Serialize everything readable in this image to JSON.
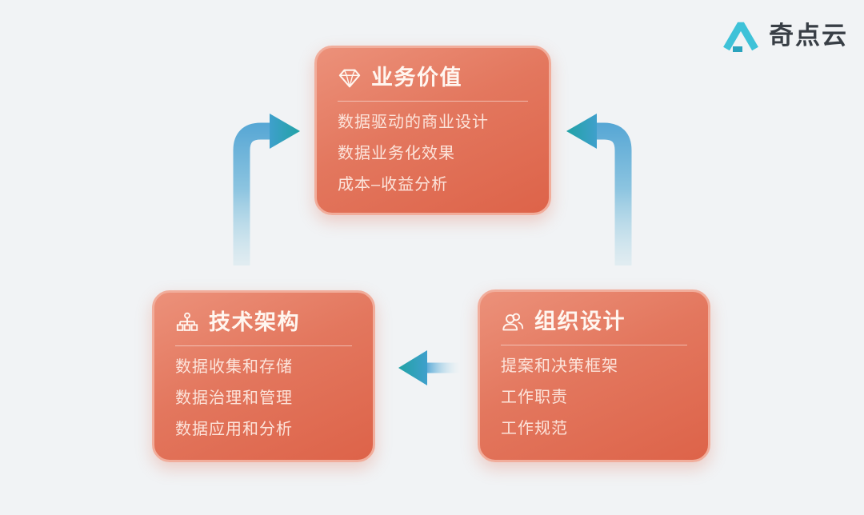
{
  "page": {
    "background": "#F1F3F5"
  },
  "logo": {
    "text": "奇点云",
    "mark_icon": "qidianyun-triangle-logo",
    "mark_color": "#3EC2D8",
    "text_color": "#383E45"
  },
  "cards": [
    {
      "id": "business-value",
      "icon": "diamond-icon",
      "title": "业务价值",
      "items": [
        "数据驱动的商业设计",
        "数据业务化效果",
        "成本–收益分析"
      ]
    },
    {
      "id": "tech-architecture",
      "icon": "sitemap-icon",
      "title": "技术架构",
      "items": [
        "数据收集和存储",
        "数据治理和管理",
        "数据应用和分析"
      ]
    },
    {
      "id": "org-design",
      "icon": "people-icon",
      "title": "组织设计",
      "items": [
        "提案和决策框架",
        "工作职责",
        "工作规范"
      ]
    }
  ],
  "arrows": [
    {
      "id": "tech-to-business",
      "from": "技术架构",
      "to": "业务价值",
      "direction": "up-then-right"
    },
    {
      "id": "org-to-business",
      "from": "组织设计",
      "to": "业务价值",
      "direction": "up-then-left"
    },
    {
      "id": "org-to-tech",
      "from": "组织设计",
      "to": "技术架构",
      "direction": "left"
    }
  ],
  "colors": {
    "card_gradient_start": "#EC917A",
    "card_gradient_end": "#DD6349",
    "card_border": "#F1AD9B",
    "card_title_text": "#FFF6F0",
    "card_item_text": "#FCE4DB",
    "arrow_blue": "#4AA0D2",
    "arrow_teal": "#21A2A5"
  }
}
